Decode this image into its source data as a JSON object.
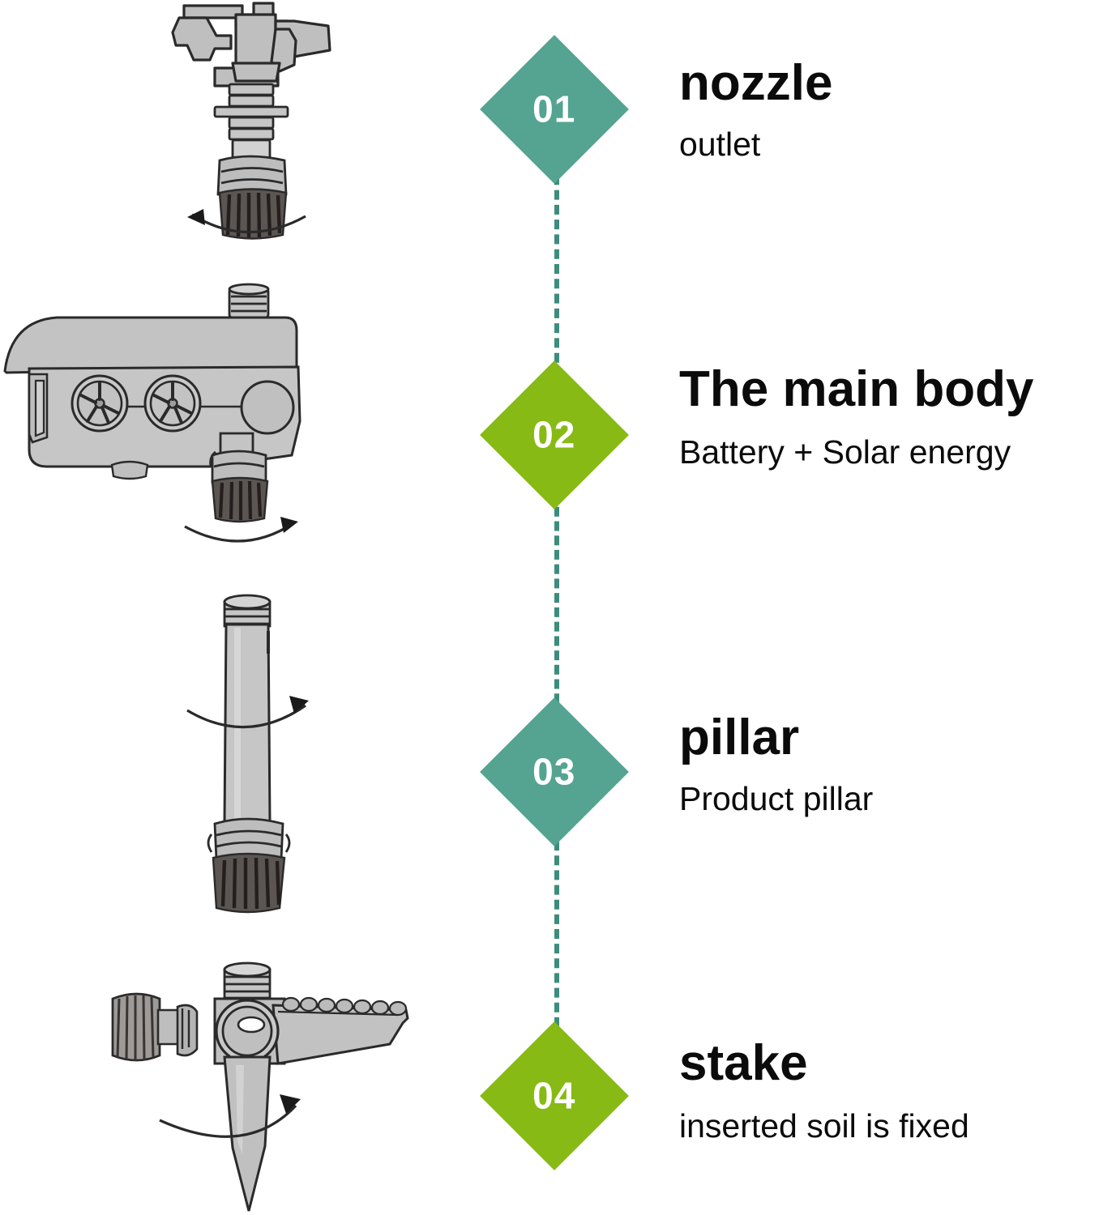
{
  "diagram": {
    "title": "Solar sprinkler assembly parts breakdown",
    "colors": {
      "teal": "#54A491",
      "green": "#87BA14",
      "connector_line": "#3E8C7A",
      "part_fill": "#BFBFBF",
      "part_fill_light": "#D2D2D2",
      "part_outline": "#2A2A2A",
      "knurl_dark": "#4A4543",
      "text": "#0b0b0b"
    },
    "connector_line_style": "vertical-dashed"
  },
  "steps": [
    {
      "number": "01",
      "marker_color": "teal",
      "title": "nozzle",
      "subtitle": "outlet",
      "illustration": "sprinkler-head-nozzle",
      "rotation_hint": "rotate-to-install"
    },
    {
      "number": "02",
      "marker_color": "green",
      "title": "The main body",
      "subtitle": "Battery + Solar energy",
      "illustration": "main-body-solar-sensor-unit",
      "rotation_hint": "rotate-to-install"
    },
    {
      "number": "03",
      "marker_color": "teal",
      "title": "pillar",
      "subtitle": "Product pillar",
      "illustration": "extension-pillar-tube",
      "rotation_hint": "rotate-to-install"
    },
    {
      "number": "04",
      "marker_color": "green",
      "title": "stake",
      "subtitle": "inserted soil is fixed",
      "illustration": "ground-stake-with-hose-adapter",
      "rotation_hint": "rotate-to-install"
    }
  ]
}
